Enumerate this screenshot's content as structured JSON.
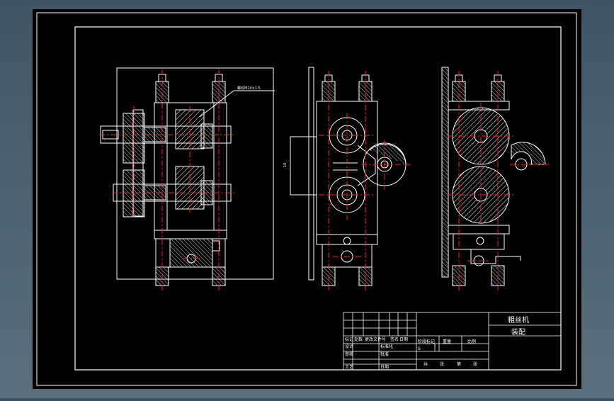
{
  "colors": {
    "app_background": "#4a6070",
    "paper": "#000000",
    "line": "#ffffff",
    "center_line": "#ff2020",
    "hatch": "#ffffff"
  },
  "callout": {
    "text": "螺纹M10×1.5"
  },
  "side_view": {
    "dimension_text": "10"
  },
  "title_block": {
    "title_line1": "粗丝机",
    "title_line2": "装配",
    "rows": {
      "r1_c1": "标记",
      "r1_c2": "处数",
      "r1_c3": "更改文件号",
      "r1_c4": "签名",
      "r1_c5": "日期",
      "r2_c1": "设计",
      "r2_c2": "标准化",
      "r2_c3": "阶段标记",
      "r2_c4": "重量",
      "r2_c5": "比例",
      "r3_c1": "审核",
      "r3_c2": "批准",
      "r4_c1": "工艺",
      "r4_c2": "日期",
      "sheets_a": "共",
      "sheets_a2": "张",
      "sheets_b": "第",
      "sheets_b2": "张",
      "stage_mark": "S"
    }
  }
}
